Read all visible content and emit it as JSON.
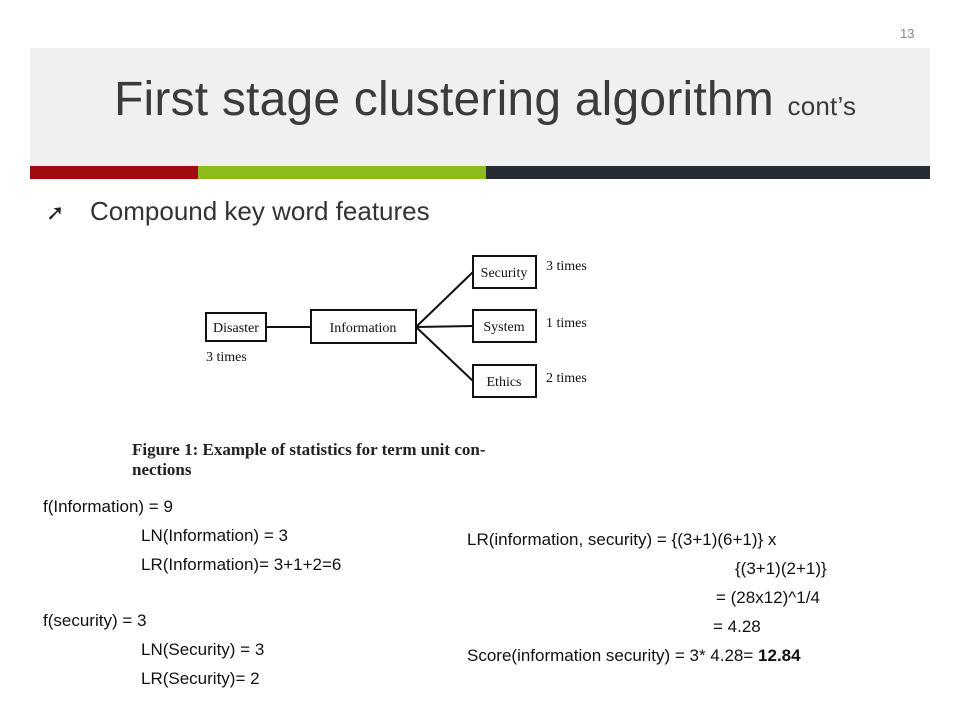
{
  "page_number": "13",
  "title": {
    "main": "First stage clustering algorithm ",
    "suffix": "cont’s"
  },
  "bullet": {
    "icon": "arrow-up-icon",
    "text": "Compound key word features"
  },
  "figure": {
    "nodes": {
      "disaster": "Disaster",
      "information": "Information",
      "security": "Security",
      "system": "System",
      "ethics": "Ethics"
    },
    "counts": {
      "disaster": "3 times",
      "security": "3 times",
      "system": "1 times",
      "ethics": "2 times"
    },
    "caption_line1": "Figure 1:  Example of statistics for term unit con-",
    "caption_line2": "nections"
  },
  "left_formulas": [
    "f(Information) = 9",
    "LN(Information) = 3",
    "LR(Information)= 3+1+2=6",
    "f(security) = 3",
    "LN(Security) = 3",
    "LR(Security)= 2"
  ],
  "right_formulas": {
    "line1": "LR(information, security) = {(3+1)(6+1)} x",
    "line2": "{(3+1)(2+1)}",
    "line3": "= (28x12)^1/4",
    "line4": "= 4.28",
    "score_prefix": "Score(information security) = 3* 4.28= ",
    "score_value": "12.84"
  }
}
